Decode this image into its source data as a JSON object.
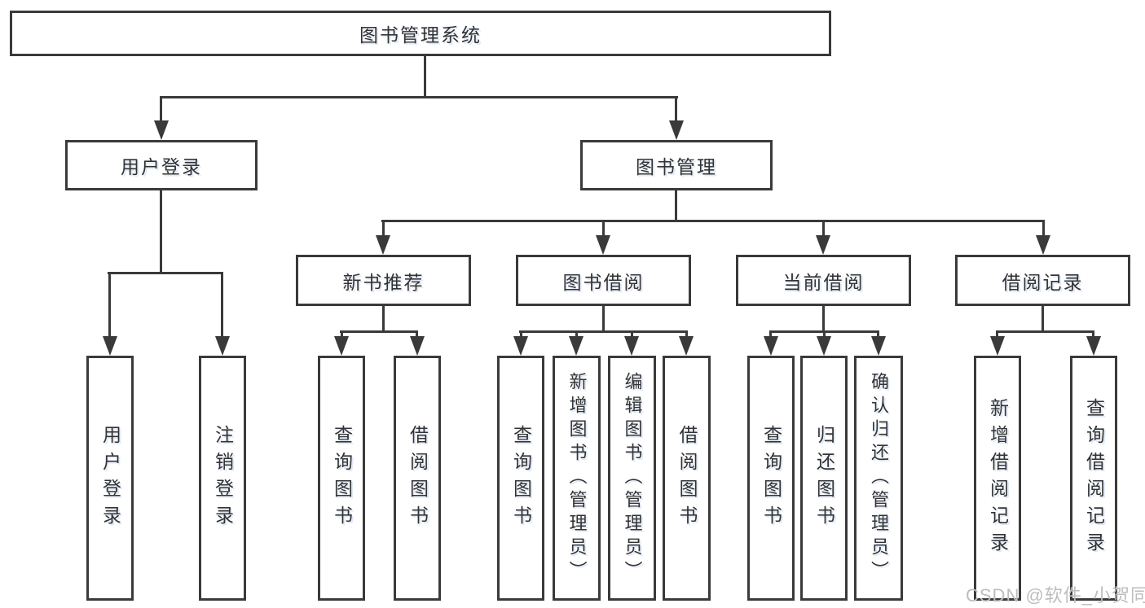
{
  "diagram": {
    "root": "图书管理系统",
    "level2": [
      {
        "label": "用户登录",
        "children": [
          "用户登录",
          "注销登录"
        ]
      },
      {
        "label": "图书管理"
      }
    ],
    "modules": [
      {
        "label": "新书推荐",
        "children": [
          "查询图书",
          "借阅图书"
        ]
      },
      {
        "label": "图书借阅",
        "children": [
          "查询图书",
          "新增图书（管理员）",
          "编辑图书（管理员）",
          "借阅图书"
        ]
      },
      {
        "label": "当前借阅",
        "children": [
          "查询图书",
          "归还图书",
          "确认归还（管理员）"
        ]
      },
      {
        "label": "借阅记录",
        "children": [
          "新增借阅记录",
          "查询借阅记录"
        ]
      }
    ]
  },
  "watermark": "CSDN @软件_小贺同学",
  "colors": {
    "line": "#3a3a3a",
    "text": "#333333",
    "watermark": "#bdbdbd",
    "background": "#ffffff"
  }
}
